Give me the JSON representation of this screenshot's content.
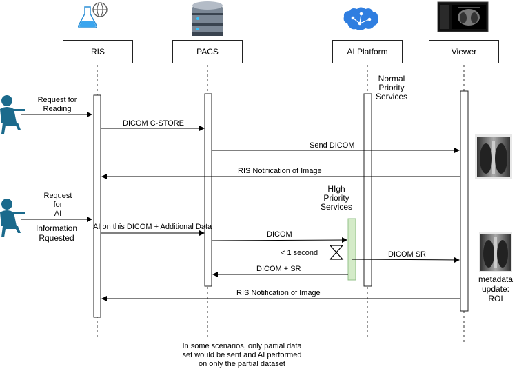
{
  "participants": {
    "ris": "RIS",
    "pacs": "PACS",
    "ai_platform": "AI Platform",
    "viewer": "Viewer"
  },
  "notes": {
    "normal_priority": [
      "Normal",
      "Priority",
      "Services"
    ],
    "high_priority": [
      "HIgh",
      "Priority",
      "Services"
    ],
    "request_reading": [
      "Request for",
      "Reading"
    ],
    "request_ai": [
      "Request",
      "for",
      "AI"
    ],
    "information_requested": [
      "Information",
      "Rquested"
    ],
    "metadata": [
      "metadata",
      "update:",
      "ROI"
    ],
    "timer": "< 1 second",
    "footer": [
      "In some scenarios, only partial data",
      "set would be sent and AI performed",
      "on only the partial dataset"
    ]
  },
  "messages": [
    "DICOM C-STORE",
    "Send DICOM",
    "RIS Notification of Image",
    "AI on this DICOM + Additional Data",
    "DICOM",
    "DICOM SR",
    "DICOM + SR",
    "RIS Notification of Image"
  ],
  "icons": {
    "ris": "lab-flask-globe-icon",
    "pacs": "database-stack-icon",
    "ai_platform": "brain-circuit-icon",
    "viewer": "monitor-scan-icon",
    "user": "person-at-laptop-icon",
    "xray": "chest-xray-image",
    "hourglass": "hourglass-icon"
  },
  "colors": {
    "activation_high": "#d4ebc8",
    "activation_high_border": "#93c08a",
    "brain": "#2f7ee0",
    "user": "#1b6a8c"
  }
}
